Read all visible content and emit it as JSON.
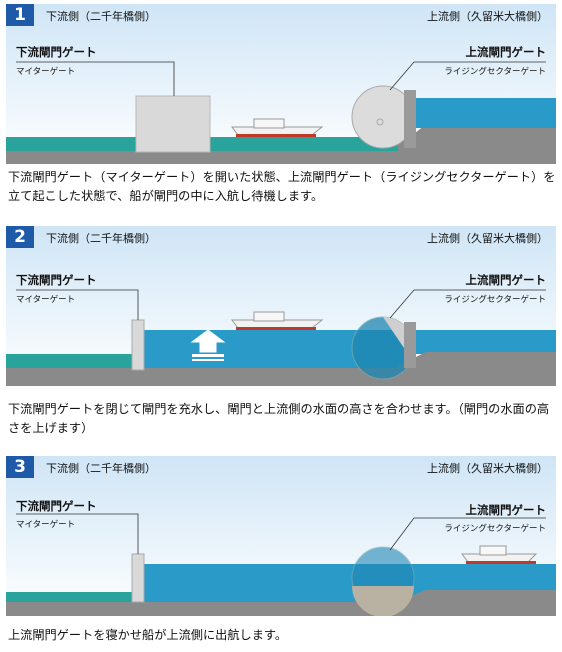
{
  "panels": [
    {
      "number": "1",
      "downstream_side": "下流側（二千年橋側）",
      "upstream_side": "上流側（久留米大橋側）",
      "downstream_gate_label": "下流閘門ゲート",
      "downstream_gate_sub": "マイターゲート",
      "upstream_gate_label": "上流閘門ゲート",
      "upstream_gate_sub": "ライジングセクターゲート",
      "caption": "下流閘門ゲート（マイターゲート）を開いた状態、上流閘門ゲート（ライジングセクターゲート）を立て起こした状態で、船が閘門の中に入航し待機します。"
    },
    {
      "number": "2",
      "downstream_side": "下流側（二千年橋側）",
      "upstream_side": "上流側（久留米大橋側）",
      "downstream_gate_label": "下流閘門ゲート",
      "downstream_gate_sub": "マイターゲート",
      "upstream_gate_label": "上流閘門ゲート",
      "upstream_gate_sub": "ライジングセクターゲート",
      "caption": "下流閘門ゲートを閉じて閘門を充水し、閘門と上流側の水面の高さを合わせます。（閘門の水面の高さを上げます）"
    },
    {
      "number": "3",
      "downstream_side": "下流側（二千年橋側）",
      "upstream_side": "上流側（久留米大橋側）",
      "downstream_gate_label": "下流閘門ゲート",
      "downstream_gate_sub": "マイターゲート",
      "upstream_gate_label": "上流閘門ゲート",
      "upstream_gate_sub": "ライジングセクターゲート",
      "caption": "上流閘門ゲートを寝かせ船が上流側に出航します。"
    }
  ],
  "colors": {
    "number_badge": "#1f5aa8",
    "sky": "#dfeefa",
    "water_upper": "#2a9bc9",
    "water_lower": "#2aa39d",
    "ground": "#8a8a8a",
    "gate": "#d9d9d9"
  }
}
